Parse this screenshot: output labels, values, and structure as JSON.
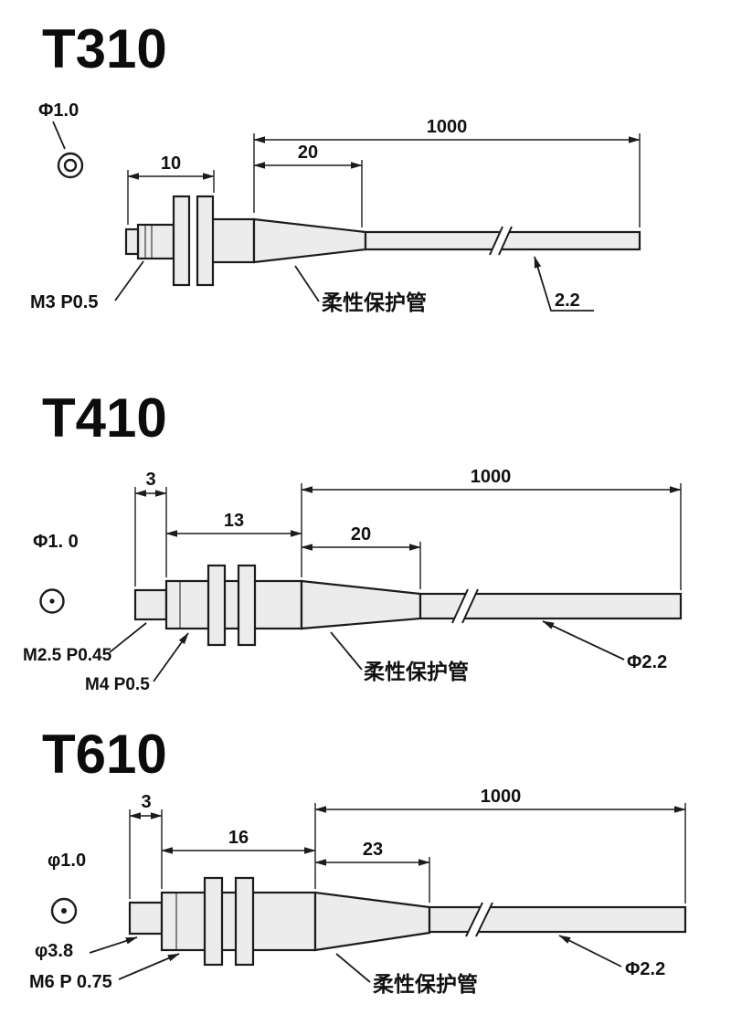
{
  "colors": {
    "ink": "#1c1c1c",
    "part_fill": "#ececec",
    "background": "#ffffff"
  },
  "sections": {
    "t310": {
      "title": "T310",
      "fiber_dia_label": "Φ1.0",
      "dim_total": "1000",
      "dim_body": "10",
      "dim_tube": "20",
      "thread_label": "M3 P0.5",
      "tube_label": "柔性保护管",
      "cable_dia_label": "2.2"
    },
    "t410": {
      "title": "T410",
      "fiber_dia_label": "Φ1. 0",
      "dim_tip": "3",
      "dim_total": "1000",
      "dim_body": "13",
      "dim_tube": "20",
      "tip_thread_label": "M2.5 P0.45",
      "thread_label": "M4 P0.5",
      "tube_label": "柔性保护管",
      "cable_dia_label": "Φ2.2"
    },
    "t610": {
      "title": "T610",
      "fiber_dia_label": "φ1.0",
      "dim_tip": "3",
      "dim_total": "1000",
      "dim_body": "16",
      "dim_tube": "23",
      "tip_dia_label": "φ3.8",
      "thread_label": "M6 P 0.75",
      "tube_label": "柔性保护管",
      "cable_dia_label": "Φ2.2"
    }
  }
}
